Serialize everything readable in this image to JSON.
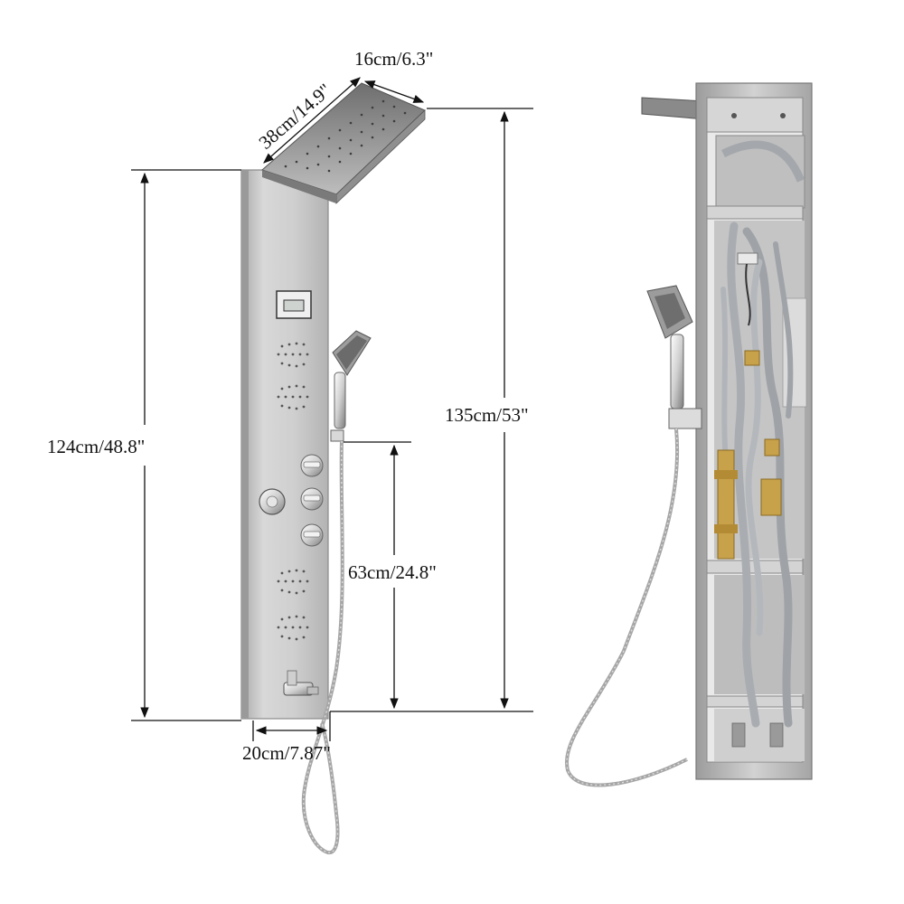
{
  "dimensions": {
    "head_depth": "16cm/6.3\"",
    "head_length": "38cm/14.9\"",
    "panel_height": "124cm/48.8\"",
    "total_height": "135cm/53\"",
    "handshower_height": "63cm/24.8\"",
    "panel_width": "20cm/7.87\""
  },
  "colors": {
    "steel": "#c9c9c9",
    "steel_dark": "#8c8c8c",
    "brass": "#c8a24a",
    "hose_grey": "#a9adb1",
    "line": "#111111"
  }
}
